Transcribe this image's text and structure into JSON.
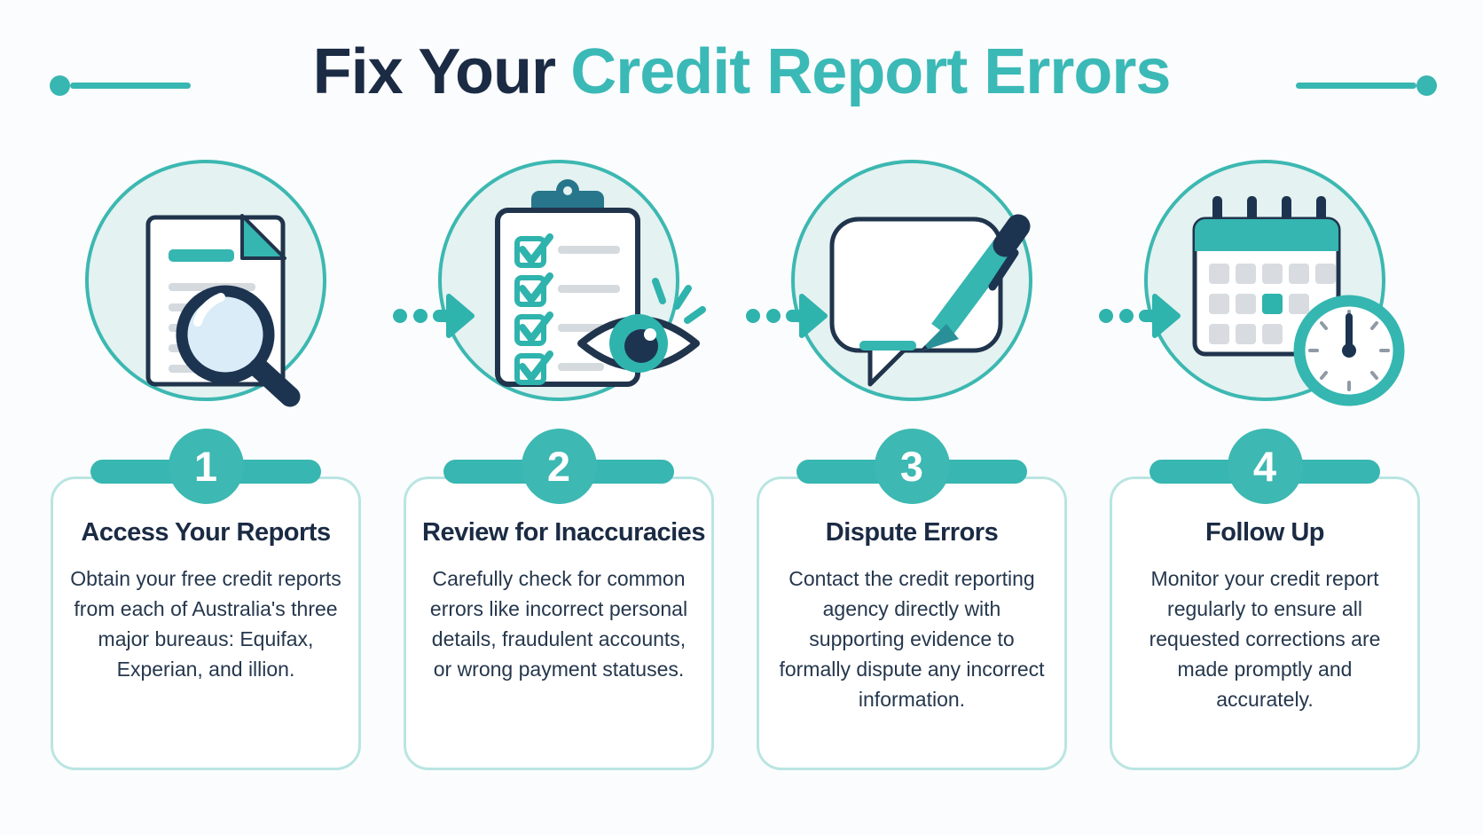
{
  "title": {
    "prefix": "Fix Your",
    "highlight": "Credit Report Errors"
  },
  "colors": {
    "accent_teal": "#38b6b1",
    "dark_navy": "#1b2b44",
    "circle_fill": "#e4f2f1",
    "card_border": "#b9e5e2",
    "body_text": "#25374d",
    "clip_dark_teal": "#27768b"
  },
  "steps": [
    {
      "number": "1",
      "icon": "document-magnifier-icon",
      "heading": "Access Your Reports",
      "body": "Obtain your free credit reports from each of Australia's three major bureaus: Equifax, Experian, and illion."
    },
    {
      "number": "2",
      "icon": "clipboard-checklist-eye-icon",
      "heading": "Review for Inaccuracies",
      "body": "Carefully check for common errors like incorrect personal details, fraudulent accounts, or wrong payment statuses."
    },
    {
      "number": "3",
      "icon": "speech-bubble-pen-icon",
      "heading": "Dispute Errors",
      "body": "Contact the credit reporting agency directly with supporting evidence to formally dispute any incorrect information."
    },
    {
      "number": "4",
      "icon": "calendar-clock-icon",
      "heading": "Follow Up",
      "body": "Monitor your credit report regularly to ensure all requested corrections are made promptly and accurately."
    }
  ]
}
